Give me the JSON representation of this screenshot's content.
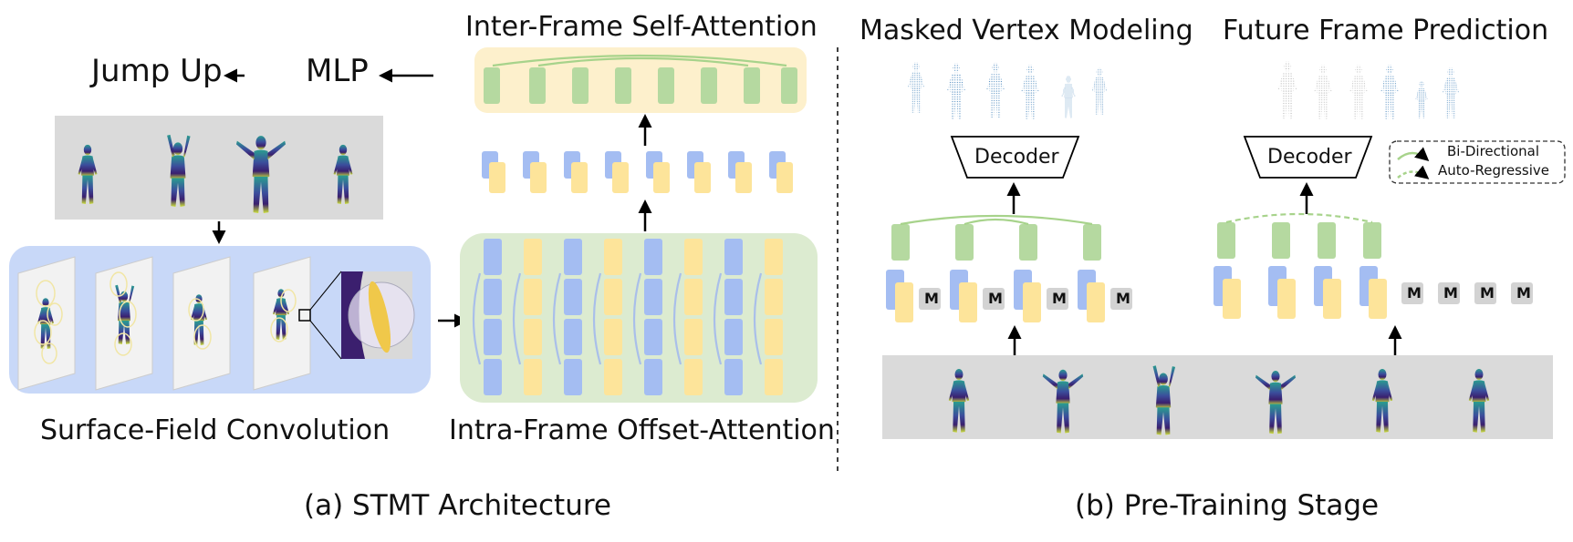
{
  "part_a": {
    "caption": "(a) STMT Architecture",
    "output_label": "Jump Up",
    "mlp_label": "MLP",
    "conv_label": "Surface-Field Convolution",
    "inter_label": "Inter-Frame Self-Attention",
    "intra_label": "Intra-Frame Offset-Attention"
  },
  "part_b": {
    "caption": "(b) Pre-Training Stage",
    "mvm_title": "Masked Vertex Modeling",
    "ffp_title": "Future Frame Prediction",
    "decoder_label": "Decoder",
    "mask_token": "M",
    "legend": [
      "Bi-Directional",
      "Auto-Regressive"
    ]
  },
  "colors": {
    "token_blue": "#a4bdf2",
    "token_yellow": "#fde49a",
    "token_green": "#b5d9a0",
    "panel_blue": "#c8d8f8",
    "panel_green": "#dcebd0",
    "panel_yellow": "#fdf0cc",
    "strip_gray": "#dadada",
    "mask_gray": "#d3d3d3"
  },
  "icons": [
    "human-mesh-icon",
    "point-cloud-icon",
    "arrow-icon"
  ]
}
